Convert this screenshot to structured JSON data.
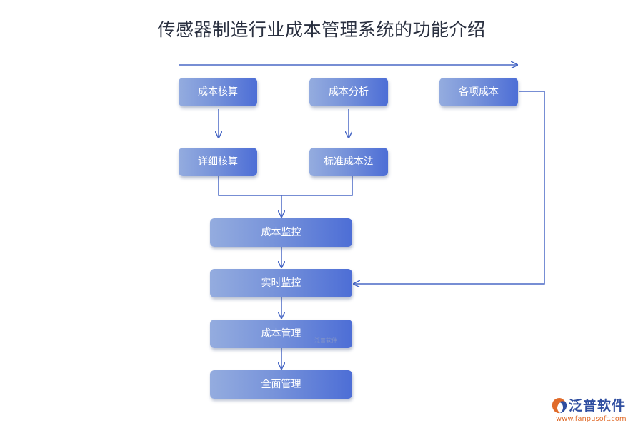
{
  "title": "传感器制造行业成本管理系统的功能介绍",
  "nodes": {
    "cost_accounting": "成本核算",
    "cost_analysis": "成本分析",
    "various_costs": "各项成本",
    "detailed_accounting": "详细核算",
    "standard_cost_method": "标准成本法",
    "cost_monitoring": "成本监控",
    "realtime_monitoring": "实时监控",
    "cost_management": "成本管理",
    "full_management": "全面管理"
  },
  "watermark": "泛普软件",
  "brand": {
    "name": "泛普软件",
    "url": "www.fanpusoft.com",
    "accent": "#e06b2a",
    "color": "#2f4ea0"
  },
  "colors": {
    "node_start": "#94acdf",
    "node_end": "#4d6ed6",
    "line": "#4a69c6"
  }
}
